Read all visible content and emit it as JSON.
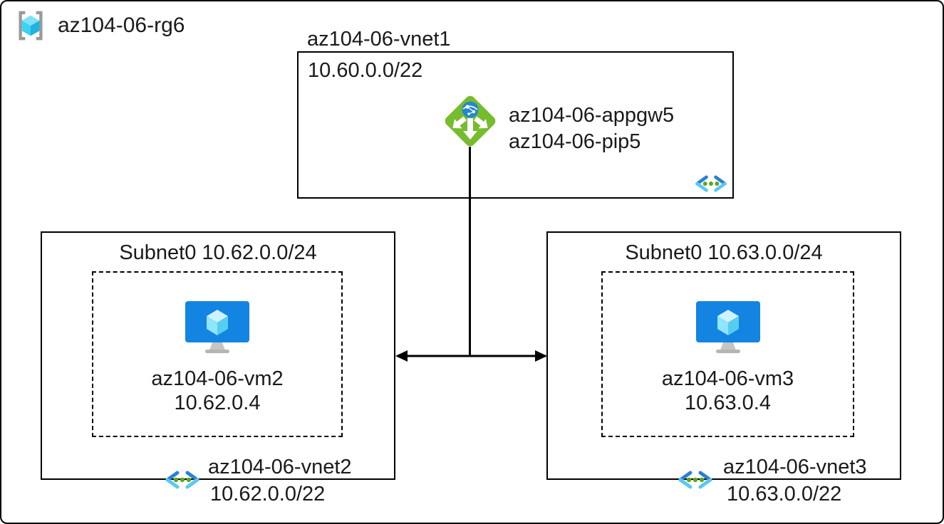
{
  "resource_group": {
    "label": "az104-06-rg6"
  },
  "vnet1": {
    "title": "az104-06-vnet1",
    "cidr": "10.60.0.0/22",
    "appgw": "az104-06-appgw5",
    "pip": "az104-06-pip5"
  },
  "left": {
    "subnet": "Subnet0 10.62.0.0/24",
    "vm_name": "az104-06-vm2",
    "vm_ip": "10.62.0.4",
    "vnet_name": "az104-06-vnet2",
    "cidr": "10.62.0.0/22"
  },
  "right": {
    "subnet": "Subnet0 10.63.0.0/24",
    "vm_name": "az104-06-vm3",
    "vm_ip": "10.63.0.4",
    "vnet_name": "az104-06-vnet3",
    "cidr": "10.63.0.0/22"
  },
  "icons": {
    "resource_group": "resource-group-icon",
    "app_gateway": "application-gateway-icon",
    "virtual_machine": "virtual-machine-icon",
    "virtual_network": "virtual-network-icon"
  },
  "colors": {
    "appgw_green": "#76bc2d",
    "globe_blue": "#2286d2",
    "vm_blue": "#1384e2",
    "cube_top": "#cdf3fe",
    "cube_left": "#8fe5fa",
    "cube_right": "#55cdf0",
    "rg_cube_top": "#7ee3f8",
    "rg_cube_left": "#3fd2f3",
    "rg_cube_right": "#21b2de",
    "bracket_gray": "#9a9a9a",
    "stand_gray": "#c6c6c6",
    "vnet_blue": "#2b7fd4",
    "vnet_cyan": "#5ac8f2",
    "dot_green": "#5ba71c",
    "line_black": "#000000"
  }
}
